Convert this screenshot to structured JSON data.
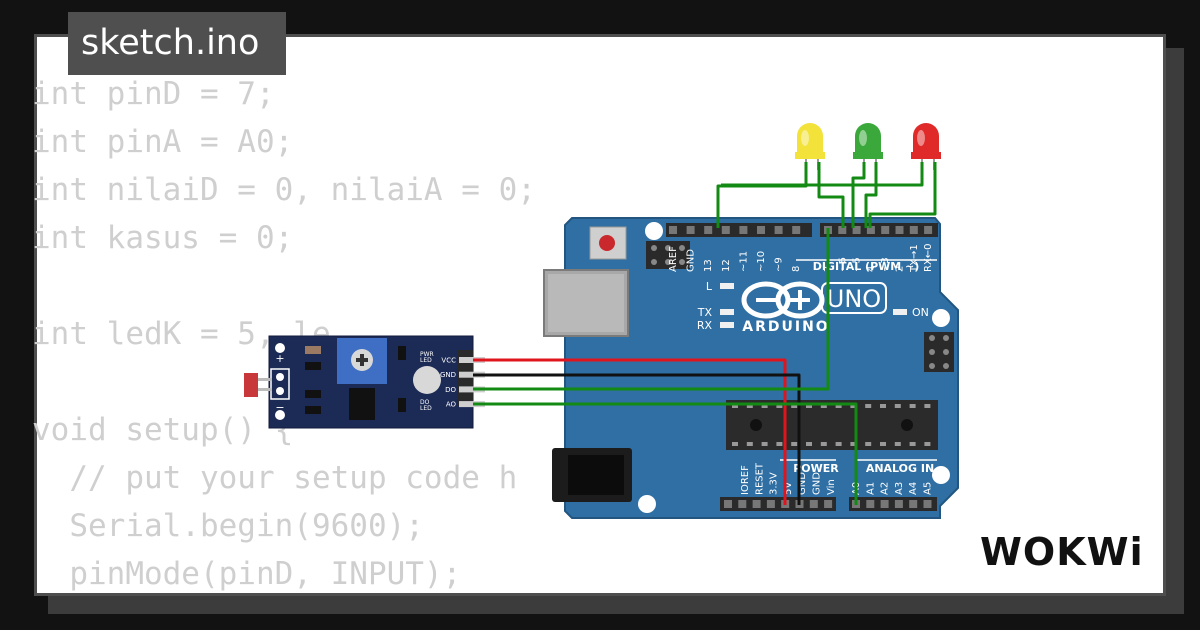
{
  "file_tab": {
    "name": "sketch.ino"
  },
  "code_lines": [
    "int pinD = 7;",
    "int pinA = A0;",
    "int nilaiD = 0, nilaiA = 0;",
    "int kasus = 0;",
    "",
    "int ledK = 5, le",
    "",
    "void setup() {",
    "  // put your setup code h",
    "  Serial.begin(9600);",
    "  pinMode(pinD, INPUT);"
  ],
  "arduino": {
    "brand": "ARDUINO",
    "model": "UNO",
    "digital_label": "DIGITAL (PWM ~)",
    "power_label": "POWER",
    "analog_label": "ANALOG IN",
    "on_label": "ON",
    "l_label": "L",
    "tx_label": "TX",
    "rx_label": "RX",
    "digital_pins": [
      "AREF",
      "GND",
      "13",
      "12",
      "~11",
      "~10",
      "~9",
      "8",
      "7",
      "~6",
      "~5",
      "4",
      "~3",
      "2",
      "TX→1",
      "RX←0"
    ],
    "power_pins": [
      "IOREF",
      "RESET",
      "3.3V",
      "5V",
      "GND",
      "GND",
      "Vin"
    ],
    "analog_pins": [
      "A0",
      "A1",
      "A2",
      "A3",
      "A4",
      "A5"
    ]
  },
  "sensor_module": {
    "pins": [
      "VCC",
      "GND",
      "DO",
      "AO"
    ],
    "pwr_led_label": "PWR\nLED",
    "do_led_label": "DO\nLED",
    "plus": "+",
    "minus": "−"
  },
  "leds": [
    {
      "color_name": "yellow",
      "color": "#f2e23a"
    },
    {
      "color_name": "green",
      "color": "#3aa83a"
    },
    {
      "color_name": "red",
      "color": "#e02a2a"
    }
  ],
  "wire_colors": {
    "vcc": "#e0141d",
    "gnd": "#111111",
    "signal": "#138a13"
  },
  "branding": {
    "logo_text": "WOKWi"
  }
}
